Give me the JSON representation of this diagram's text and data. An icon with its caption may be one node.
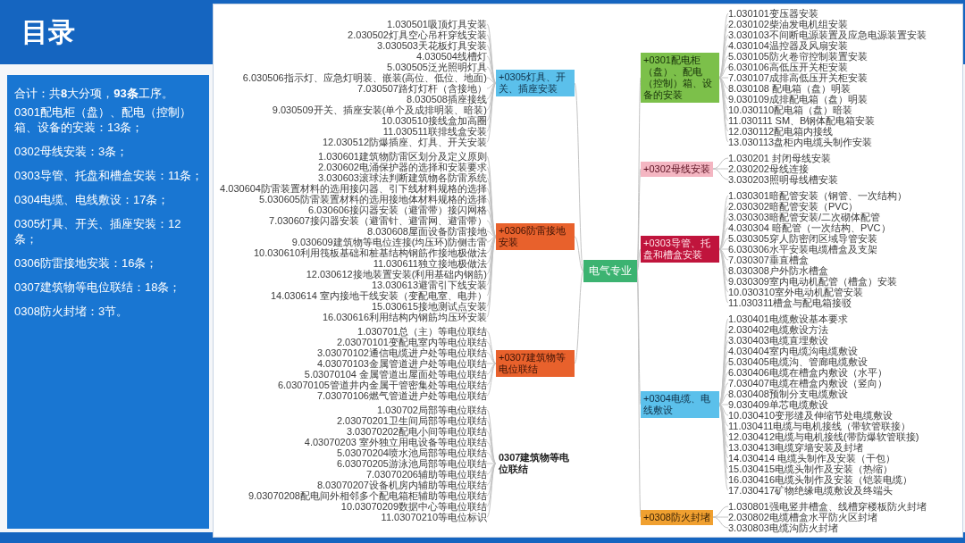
{
  "diagram": {
    "title": "目录",
    "nodes": [
      {
        "text": [
          "电气专业"
        ]
      },
      {
        "text": [
          "+0305灯具、开关、插座安装"
        ]
      },
      {
        "text": [
          "1.030501吸顶灯具安装"
        ]
      },
      {
        "text": [
          "2.030502灯具空心吊杆穿线安装"
        ]
      },
      {
        "text": [
          "3.030503天花板灯具安装"
        ]
      },
      {
        "text": [
          "4.030504线槽灯"
        ]
      },
      {
        "text": [
          "5.030505泛光照明灯具"
        ]
      },
      {
        "text": [
          "6.030506指示灯、应急灯明装、嵌装(高位、低位、地面)"
        ]
      },
      {
        "text": [
          "7.030507路灯灯杆（含接地）"
        ]
      },
      {
        "text": [
          "8.030508插座接线"
        ]
      },
      {
        "text": [
          "9.030509开关、插座安装(单个及成排明装、暗装)"
        ]
      },
      {
        "text": [
          "10.030510接线盒加高圈"
        ]
      },
      {
        "text": [
          "11.030511联排线盒安装"
        ]
      },
      {
        "text": [
          "12.030512防爆插座、灯具、开关安装"
        ]
      },
      {
        "text": [
          "+0306防雷接地安装"
        ]
      },
      {
        "text": [
          "1.030601建筑物防雷区划分及定义原则"
        ]
      },
      {
        "text": [
          "2.030602电涌保护器的选择和安装要求"
        ]
      },
      {
        "text": [
          "3.030603滚球法判断建筑物各防雷系统"
        ]
      },
      {
        "text": [
          "4.030604防雷装置材料的选用接闪器、引下线材料规格的选择"
        ]
      },
      {
        "text": [
          "5.030605防雷装置材料的选用接地体材料规格的选择"
        ]
      },
      {
        "text": [
          "6.030606接闪器安装（避雷带）接闪网格"
        ]
      },
      {
        "text": [
          "7.030607接闪器安装（避雷针、避雷网、避雷带）"
        ]
      },
      {
        "text": [
          "8.030608屋面设备防雷接地"
        ]
      },
      {
        "text": [
          "9.030609建筑物等电位连接(均压环)防侧击雷"
        ]
      },
      {
        "text": [
          "10.030610利用筏板基础和桩基结构钢筋作接地极做法"
        ]
      },
      {
        "text": [
          "11.030611独立接地极做法"
        ]
      },
      {
        "text": [
          "12.030612接地装置安装(利用基础内钢筋)"
        ]
      },
      {
        "text": [
          "13.030613避雷引下线安装"
        ]
      },
      {
        "text": [
          "14.030614 室内接地干线安装（变配电室、电井）"
        ]
      },
      {
        "text": [
          "15.030615接地测试点安装"
        ]
      },
      {
        "text": [
          "16.030616利用结构内钢筋均压环安装"
        ]
      },
      {
        "text": [
          "+0307建筑物等电位联结"
        ]
      },
      {
        "text": [
          "1.030701总（主）等电位联结"
        ]
      },
      {
        "text": [
          "2.03070101变配电室内等电位联结"
        ]
      },
      {
        "text": [
          "3.03070102通信电缆进户处等电位联结"
        ]
      },
      {
        "text": [
          "4.03070103金属管道进户处等电位联结"
        ]
      },
      {
        "text": [
          "5.03070104 金属管道出屋面处等电位联结"
        ]
      },
      {
        "text": [
          "6.03070105管道井内金属干管密集处等电位联结"
        ]
      },
      {
        "text": [
          "7.03070106燃气管道进户处等电位联结"
        ]
      },
      {
        "text": [
          "0307建筑物等电位联结"
        ]
      },
      {
        "text": [
          "1.030702局部等电位联结"
        ]
      },
      {
        "text": [
          "2.03070201卫生间局部等电位联结"
        ]
      },
      {
        "text": [
          "3.03070202配电小间等电位联结"
        ]
      },
      {
        "text": [
          "4.03070203 室外独立用电设备等电位联结"
        ]
      },
      {
        "text": [
          "5.03070204喷水池局部等电位联结"
        ]
      },
      {
        "text": [
          "6.03070205游泳池局部等电位联结"
        ]
      },
      {
        "text": [
          "7.03070206辅助等电位联结"
        ]
      },
      {
        "text": [
          "8.03070207设备机房内辅助等电位联结"
        ]
      },
      {
        "text": [
          "9.03070208配电间外相邻多个配电箱柜辅助等电位联结"
        ]
      },
      {
        "text": [
          "10.03070209数据中心等电位联结"
        ]
      },
      {
        "text": [
          "11.03070210等电位标识"
        ]
      },
      {
        "text": [
          "+0308防火封堵"
        ]
      },
      {
        "text": [
          "1.030801强电竖井槽盒、线槽穿楼板防火封堵"
        ]
      },
      {
        "text": [
          "2.030802电缆槽盒水平防火区封堵"
        ]
      },
      {
        "text": [
          "3.030803电缆沟防火封堵"
        ]
      },
      {
        "text": [
          "+0301配电柜（盘）、配电（控制）箱、设备的安装"
        ]
      },
      {
        "text": [
          "1.030101变压器安装"
        ]
      },
      {
        "text": [
          "2.030102柴油发电机组安装"
        ]
      },
      {
        "text": [
          "3.030103不间断电源装置及应急电源装置安装"
        ]
      },
      {
        "text": [
          "4.030104温控器及风扇安装"
        ]
      },
      {
        "text": [
          "5.030105防火卷帘控制装置安装"
        ]
      },
      {
        "text": [
          "6.030106高低压开关柜安装"
        ]
      },
      {
        "text": [
          "7.030107成排高低压开关柜安装"
        ]
      },
      {
        "text": [
          "8.030108 配电箱（盘）明装"
        ]
      },
      {
        "text": [
          "9.030109成排配电箱（盘）明装"
        ]
      },
      {
        "text": [
          "10.030110配电箱（盘）暗装"
        ]
      },
      {
        "text": [
          "11.030111 SM、B钢体配电箱安装"
        ]
      },
      {
        "text": [
          "12.030112配电箱内接线"
        ]
      },
      {
        "text": [
          "13.030113盘柜内电缆头制作安装"
        ]
      },
      {
        "text": [
          "+0302母线安装"
        ]
      },
      {
        "text": [
          "1.030201 封闭母线安装"
        ]
      },
      {
        "text": [
          "2.030202母线连接"
        ]
      },
      {
        "text": [
          "3.030203照明母线槽安装"
        ]
      },
      {
        "text": [
          "+0303导管、托盘和槽盒安装"
        ]
      },
      {
        "text": [
          "1.030301暗配管安装（钢管、一次结构）"
        ]
      },
      {
        "text": [
          "2.030302暗配管安装（PVC）"
        ]
      },
      {
        "text": [
          "3.030303暗配管安装/二次砌体配管"
        ]
      },
      {
        "text": [
          "4.030304 暗配管（一次结构、PVC）"
        ]
      },
      {
        "text": [
          "5.030305穿人防密闭区域导管安装"
        ]
      },
      {
        "text": [
          "6.030306水平安装电缆槽盒及支架"
        ]
      },
      {
        "text": [
          "7.030307垂直槽盒"
        ]
      },
      {
        "text": [
          "8.030308户外防水槽盒"
        ]
      },
      {
        "text": [
          "9.030309室内电动机配管（槽盒）安装"
        ]
      },
      {
        "text": [
          "10.030310室外电动机配管安装"
        ]
      },
      {
        "text": [
          "11.030311槽盒与配电箱接驳"
        ]
      },
      {
        "text": [
          "+0304电缆、电线敷设"
        ]
      },
      {
        "text": [
          "1.030401电缆敷设基本要求"
        ]
      },
      {
        "text": [
          "2.030402电缆敷设方法"
        ]
      },
      {
        "text": [
          "3.030403电缆直埋敷设"
        ]
      },
      {
        "text": [
          "4.030404室内电缆沟电缆敷设"
        ]
      },
      {
        "text": [
          "5.030405电缆沟、管廊电缆敷设"
        ]
      },
      {
        "text": [
          "6.030406电缆在槽盒内敷设（水平）"
        ]
      },
      {
        "text": [
          "7.030407电缆在槽盒内敷设（竖向）"
        ]
      },
      {
        "text": [
          "8.030408预制分支电缆敷设"
        ]
      },
      {
        "text": [
          "9.030409单芯电缆敷设"
        ]
      },
      {
        "text": [
          "10.030410变形缝及伸缩节处电缆敷设"
        ]
      },
      {
        "text": [
          "11.030411电缆与电机接线（带软管联接）"
        ]
      },
      {
        "text": [
          "12.030412电缆与电机接线(带防爆软管联接)"
        ]
      },
      {
        "text": [
          "13.030413电缆穿墙安装及封堵"
        ]
      },
      {
        "text": [
          "14.030414 电缆头制作及安装（干包）"
        ]
      },
      {
        "text": [
          "15.030415电缆头制作及安装（热缩）"
        ]
      },
      {
        "text": [
          "16.030416电缆头制作及安装（铠装电缆）"
        ]
      },
      {
        "text": [
          "17.030417矿物绝缘电缆敷设及终端头"
        ]
      }
    ],
    "edges": [
      {
        "from": 0,
        "to": 1,
        "arrow": "none"
      },
      {
        "from": 1,
        "to": 2,
        "arrow": "none"
      },
      {
        "from": 1,
        "to": 3,
        "arrow": "none"
      },
      {
        "from": 1,
        "to": 4,
        "arrow": "none"
      },
      {
        "from": 1,
        "to": 5,
        "arrow": "none"
      },
      {
        "from": 1,
        "to": 6,
        "arrow": "none"
      },
      {
        "from": 1,
        "to": 7,
        "arrow": "none"
      },
      {
        "from": 1,
        "to": 8,
        "arrow": "none"
      },
      {
        "from": 1,
        "to": 9,
        "arrow": "none"
      },
      {
        "from": 1,
        "to": 10,
        "arrow": "none"
      },
      {
        "from": 1,
        "to": 11,
        "arrow": "none"
      },
      {
        "from": 1,
        "to": 12,
        "arrow": "none"
      },
      {
        "from": 1,
        "to": 13,
        "arrow": "none"
      },
      {
        "from": 0,
        "to": 14,
        "arrow": "none"
      },
      {
        "from": 14,
        "to": 15,
        "arrow": "none"
      },
      {
        "from": 14,
        "to": 16,
        "arrow": "none"
      },
      {
        "from": 14,
        "to": 17,
        "arrow": "none"
      },
      {
        "from": 14,
        "to": 18,
        "arrow": "none"
      },
      {
        "from": 14,
        "to": 19,
        "arrow": "none"
      },
      {
        "from": 14,
        "to": 20,
        "arrow": "none"
      },
      {
        "from": 14,
        "to": 21,
        "arrow": "none"
      },
      {
        "from": 14,
        "to": 22,
        "arrow": "none"
      },
      {
        "from": 14,
        "to": 23,
        "arrow": "none"
      },
      {
        "from": 14,
        "to": 24,
        "arrow": "none"
      },
      {
        "from": 14,
        "to": 25,
        "arrow": "none"
      },
      {
        "from": 14,
        "to": 26,
        "arrow": "none"
      },
      {
        "from": 14,
        "to": 27,
        "arrow": "none"
      },
      {
        "from": 14,
        "to": 28,
        "arrow": "none"
      },
      {
        "from": 14,
        "to": 29,
        "arrow": "none"
      },
      {
        "from": 14,
        "to": 30,
        "arrow": "none"
      },
      {
        "from": 0,
        "to": 31,
        "arrow": "none"
      },
      {
        "from": 31,
        "to": 32,
        "arrow": "none"
      },
      {
        "from": 31,
        "to": 33,
        "arrow": "none"
      },
      {
        "from": 31,
        "to": 34,
        "arrow": "none"
      },
      {
        "from": 31,
        "to": 35,
        "arrow": "none"
      },
      {
        "from": 31,
        "to": 36,
        "arrow": "none"
      },
      {
        "from": 31,
        "to": 37,
        "arrow": "none"
      },
      {
        "from": 31,
        "to": 38,
        "arrow": "none"
      },
      {
        "from": 39,
        "to": 40,
        "arrow": "none"
      },
      {
        "from": 39,
        "to": 41,
        "arrow": "none"
      },
      {
        "from": 39,
        "to": 42,
        "arrow": "none"
      },
      {
        "from": 39,
        "to": 43,
        "arrow": "none"
      },
      {
        "from": 39,
        "to": 44,
        "arrow": "none"
      },
      {
        "from": 39,
        "to": 45,
        "arrow": "none"
      },
      {
        "from": 39,
        "to": 46,
        "arrow": "none"
      },
      {
        "from": 39,
        "to": 47,
        "arrow": "none"
      },
      {
        "from": 39,
        "to": 48,
        "arrow": "none"
      },
      {
        "from": 39,
        "to": 49,
        "arrow": "none"
      },
      {
        "from": 39,
        "to": 50,
        "arrow": "none"
      },
      {
        "from": 0,
        "to": 51,
        "arrow": "none"
      },
      {
        "from": 51,
        "to": 52,
        "arrow": "none"
      },
      {
        "from": 51,
        "to": 53,
        "arrow": "none"
      },
      {
        "from": 51,
        "to": 54,
        "arrow": "none"
      },
      {
        "from": 0,
        "to": 55,
        "arrow": "none"
      },
      {
        "from": 55,
        "to": 56,
        "arrow": "none"
      },
      {
        "from": 55,
        "to": 57,
        "arrow": "none"
      },
      {
        "from": 55,
        "to": 58,
        "arrow": "none"
      },
      {
        "from": 55,
        "to": 59,
        "arrow": "none"
      },
      {
        "from": 55,
        "to": 60,
        "arrow": "none"
      },
      {
        "from": 55,
        "to": 61,
        "arrow": "none"
      },
      {
        "from": 55,
        "to": 62,
        "arrow": "none"
      },
      {
        "from": 55,
        "to": 63,
        "arrow": "none"
      },
      {
        "from": 55,
        "to": 64,
        "arrow": "none"
      },
      {
        "from": 55,
        "to": 65,
        "arrow": "none"
      },
      {
        "from": 55,
        "to": 66,
        "arrow": "none"
      },
      {
        "from": 55,
        "to": 67,
        "arrow": "none"
      },
      {
        "from": 55,
        "to": 68,
        "arrow": "none"
      },
      {
        "from": 0,
        "to": 69,
        "arrow": "none"
      },
      {
        "from": 69,
        "to": 70,
        "arrow": "none"
      },
      {
        "from": 69,
        "to": 71,
        "arrow": "none"
      },
      {
        "from": 69,
        "to": 72,
        "arrow": "none"
      },
      {
        "from": 0,
        "to": 73,
        "arrow": "none"
      },
      {
        "from": 73,
        "to": 74,
        "arrow": "none"
      },
      {
        "from": 73,
        "to": 75,
        "arrow": "none"
      },
      {
        "from": 73,
        "to": 76,
        "arrow": "none"
      },
      {
        "from": 73,
        "to": 77,
        "arrow": "none"
      },
      {
        "from": 73,
        "to": 78,
        "arrow": "none"
      },
      {
        "from": 73,
        "to": 79,
        "arrow": "none"
      },
      {
        "from": 73,
        "to": 80,
        "arrow": "none"
      },
      {
        "from": 73,
        "to": 81,
        "arrow": "none"
      },
      {
        "from": 73,
        "to": 82,
        "arrow": "none"
      },
      {
        "from": 73,
        "to": 83,
        "arrow": "none"
      },
      {
        "from": 73,
        "to": 84,
        "arrow": "none"
      },
      {
        "from": 0,
        "to": 85,
        "arrow": "none"
      },
      {
        "from": 85,
        "to": 86,
        "arrow": "none"
      },
      {
        "from": 85,
        "to": 87,
        "arrow": "none"
      },
      {
        "from": 85,
        "to": 88,
        "arrow": "none"
      },
      {
        "from": 85,
        "to": 89,
        "arrow": "none"
      },
      {
        "from": 85,
        "to": 90,
        "arrow": "none"
      },
      {
        "from": 85,
        "to": 91,
        "arrow": "none"
      },
      {
        "from": 85,
        "to": 92,
        "arrow": "none"
      },
      {
        "from": 85,
        "to": 93,
        "arrow": "none"
      },
      {
        "from": 85,
        "to": 94,
        "arrow": "none"
      },
      {
        "from": 85,
        "to": 95,
        "arrow": "none"
      },
      {
        "from": 85,
        "to": 96,
        "arrow": "none"
      },
      {
        "from": 85,
        "to": 97,
        "arrow": "none"
      },
      {
        "from": 85,
        "to": 98,
        "arrow": "none"
      },
      {
        "from": 85,
        "to": 99,
        "arrow": "none"
      },
      {
        "from": 85,
        "to": 100,
        "arrow": "none"
      },
      {
        "from": 85,
        "to": 101,
        "arrow": "none"
      },
      {
        "from": 85,
        "to": 102,
        "arrow": "none"
      }
    ],
    "labels": [
      "合计：共**8**大分项，**93条**工序。",
      "0301配电柜（盘）、配电（控制）箱、设备的安装：13条；",
      "0302母线安装：3条；",
      "0303导管、托盘和槽盒安装：11条；",
      "0304电缆、电线敷设：17条；",
      "0305灯具、开关、插座安装：12条；",
      "0306防雷接地安装：16条；",
      "0307建筑物等电位联结：18条；",
      "0308防火封堵：3节。"
    ]
  }
}
